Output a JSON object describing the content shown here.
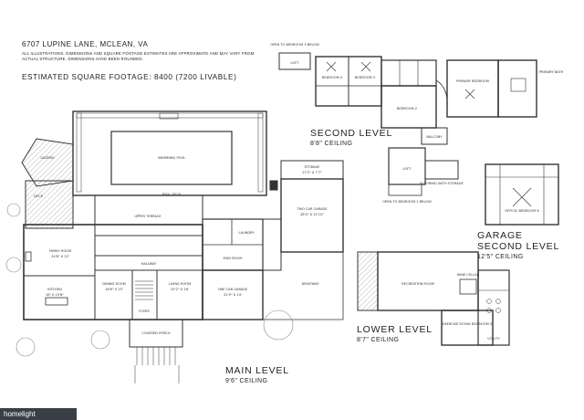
{
  "header": {
    "address": "6707 LUPINE LANE, MCLEAN, VA",
    "disclaimer": "ALL ILLUSTRATIONS, DIMENSIONS AND SQUARE FOOTAGE ESTIMATES ARE APPROXIMATE AND MAY VARY FROM ACTUAL STRUCTURE. DIMENSIONS HAVE BEEN ROUNDED.",
    "sqft": "ESTIMATED SQUARE FOOTAGE: 8400 (7200 LIVABLE)"
  },
  "levels": {
    "second": {
      "title": "SECOND LEVEL",
      "ceiling": "8'8\" CEILING"
    },
    "garage_second": {
      "title_line1": "GARAGE",
      "title_line2": "SECOND LEVEL",
      "ceiling": "12'5\" CEILING"
    },
    "lower": {
      "title": "LOWER LEVEL",
      "ceiling": "8'7\" CEILING"
    },
    "main": {
      "title": "MAIN LEVEL",
      "ceiling": "9'6\" CEILING"
    }
  },
  "rooms": {
    "swimming_pool": "SWIMMING POOL",
    "pool_deck": "POOL DECK",
    "gazebo": "GAZEBO",
    "deck": "DECK",
    "upper_terrace": "UPPER TERRACE",
    "family_room": "FAMILY ROOM",
    "family_room_dim": "24'8\" X 22'",
    "kitchen": "KITCHEN",
    "kitchen_dim": "18' X 15'8\"",
    "dining_room": "DINING ROOM",
    "dining_room_dim": "18'6\" X 15'",
    "foyer": "FOYER",
    "living_room": "LIVING ROOM",
    "living_room_dim": "25'2\" X 16'",
    "covered_porch": "COVERED PORCH",
    "one_car_garage": "ONE CAR GARAGE",
    "one_car_garage_dim": "22'9\" X 14'",
    "two_car_garage": "TWO CAR GARAGE",
    "two_car_garage_dim": "28'4\" X 22'10\"",
    "storage": "STORAGE",
    "storage_dim": "27'2\" X 7'7\"",
    "driveway": "DRIVEWAY",
    "mud_room": "MUD ROOM",
    "laundry": "LAUNDRY",
    "hallway": "HALLWAY",
    "bedroom_4": "BEDROOM 4",
    "bedroom_3": "BEDROOM 3",
    "bedroom_2": "BEDROOM 2",
    "primary_bedroom": "PRIMARY BEDROOM",
    "primary_bath": "PRIMARY BATH",
    "balcony": "BALCONY",
    "loft": "LOFT",
    "open_to_bedroom_below": "OPEN TO BEDROOM 3 BELOW",
    "open_to_bedroom_2_below": "OPEN TO BEDROOM 2 BELOW",
    "flooring_with_storage": "FLOORING WITH STORAGE",
    "office_bedroom_6": "OFFICE/ BEDROOM 6",
    "recreation_room": "RECREATION ROOM",
    "exercise_room": "EXERCISE ROOM/ BEDROOM 5",
    "utility": "UTILITY",
    "wine_cellar": "WINE CELLAR"
  },
  "badge": "homelight"
}
